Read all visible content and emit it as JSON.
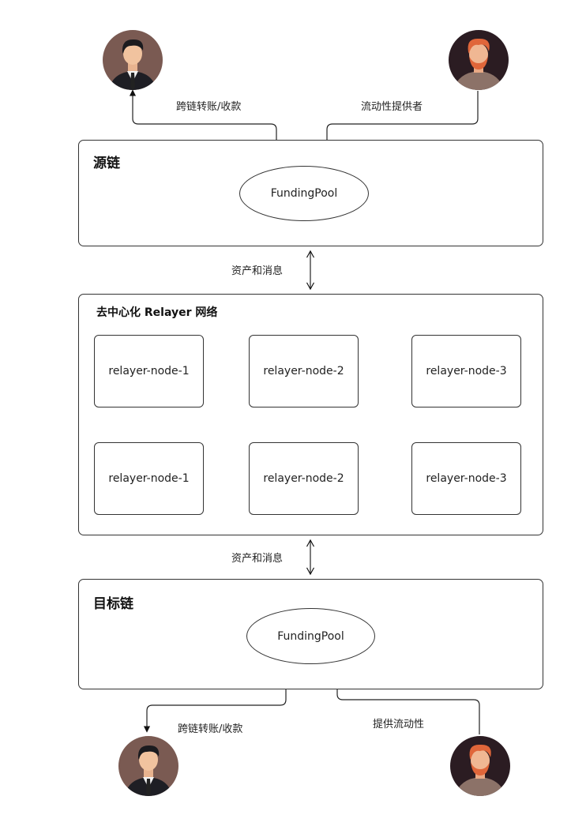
{
  "source_chain": {
    "title": "源链",
    "pool": "FundingPool",
    "user_label": "跨链转账/收款",
    "lp_label": "流动性提供者"
  },
  "link_top": {
    "label": "资产和消息"
  },
  "relayer_network": {
    "title": "去中心化 Relayer 网络",
    "nodes": [
      "relayer-node-1",
      "relayer-node-2",
      "relayer-node-3",
      "relayer-node-1",
      "relayer-node-2",
      "relayer-node-3"
    ]
  },
  "link_bottom": {
    "label": "资产和消息"
  },
  "target_chain": {
    "title": "目标链",
    "pool": "FundingPool",
    "user_label": "跨链转账/收款",
    "lp_label": "提供流动性"
  }
}
